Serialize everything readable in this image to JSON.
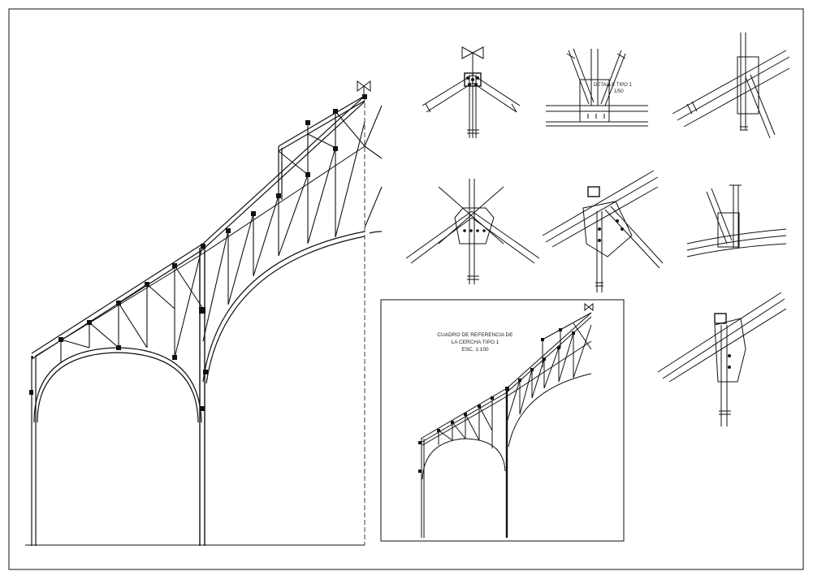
{
  "drawing": {
    "line_color": "#111111",
    "background_color": "#ffffff"
  },
  "detail_label": {
    "line1": "DETALLE TIPO 1",
    "line2": "1/50"
  },
  "reference_box": {
    "title_line1": "CUADRO DE REFERENCIA DE",
    "title_line2": "LA CERCHA TIPO 1",
    "scale": "ESC. 1:100"
  },
  "icons": {
    "apex_marker": "bow-tie-symbol"
  }
}
